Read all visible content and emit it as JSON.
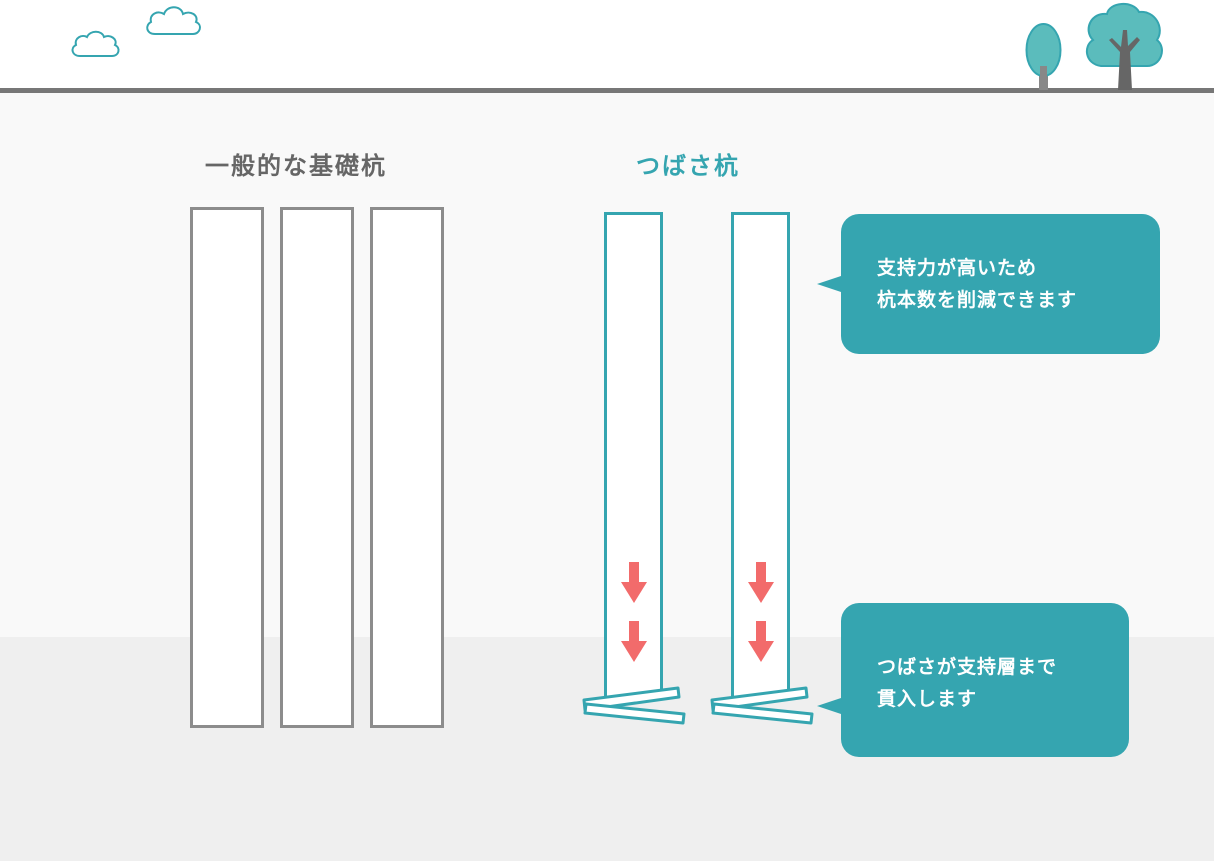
{
  "headings": {
    "conventional": "一般的な基礎杭",
    "tsubasa": "つばさ杭"
  },
  "callouts": {
    "support": {
      "line1": "支持力が高いため",
      "line2": "杭本数を削減できます"
    },
    "penetration": {
      "line1": "つばさが支持層まで",
      "line2": "貫入します"
    }
  },
  "colors": {
    "accent": "#35a5b0",
    "arrow": "#f26b6b",
    "conventional_pile": "#8c8c8c",
    "ground_line": "#777777",
    "upper_soil": "#f9f9f9",
    "bearing_layer": "#efefef"
  },
  "icons": [
    "cloud-icon",
    "cloud-icon",
    "tree-icon",
    "tree-icon",
    "down-arrow-icon"
  ]
}
